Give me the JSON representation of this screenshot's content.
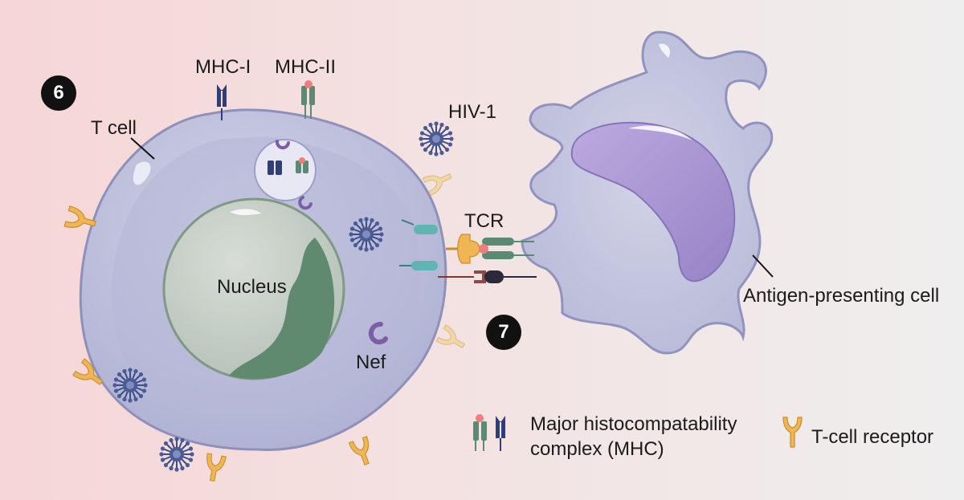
{
  "labels": {
    "mhc_i": "MHC-I",
    "mhc_ii": "MHC-II",
    "hiv": "HIV-1",
    "t_cell": "T cell",
    "tcr": "TCR",
    "nucleus": "Nucleus",
    "nef": "Nef",
    "apc": "Antigen-presenting cell"
  },
  "steps": [
    "6",
    "7"
  ],
  "legend": {
    "mhc_line1": "Major histocompatability",
    "mhc_line2": "complex (MHC)",
    "tcr": "T-cell receptor"
  },
  "colors": {
    "background_left": "#f6d6d6",
    "background_right": "#efeeee",
    "t_cell": "#bfc1dd",
    "nucleus": "#c4cdc5",
    "nucleus_dark": "#5f8a70",
    "apc": "#c7c9df",
    "apc_core": "#a896cf",
    "mhc_i": "#2f3e74",
    "mhc_ii": "#5a8a74",
    "tcr": "#f0b653",
    "hiv": "#3c4c84",
    "nef": "#7b5ea6"
  },
  "icons": [
    "mhc-i-icon",
    "mhc-ii-icon",
    "t-cell-receptor-icon",
    "hiv-virion-icon",
    "nef-icon",
    "cd4-icon"
  ]
}
